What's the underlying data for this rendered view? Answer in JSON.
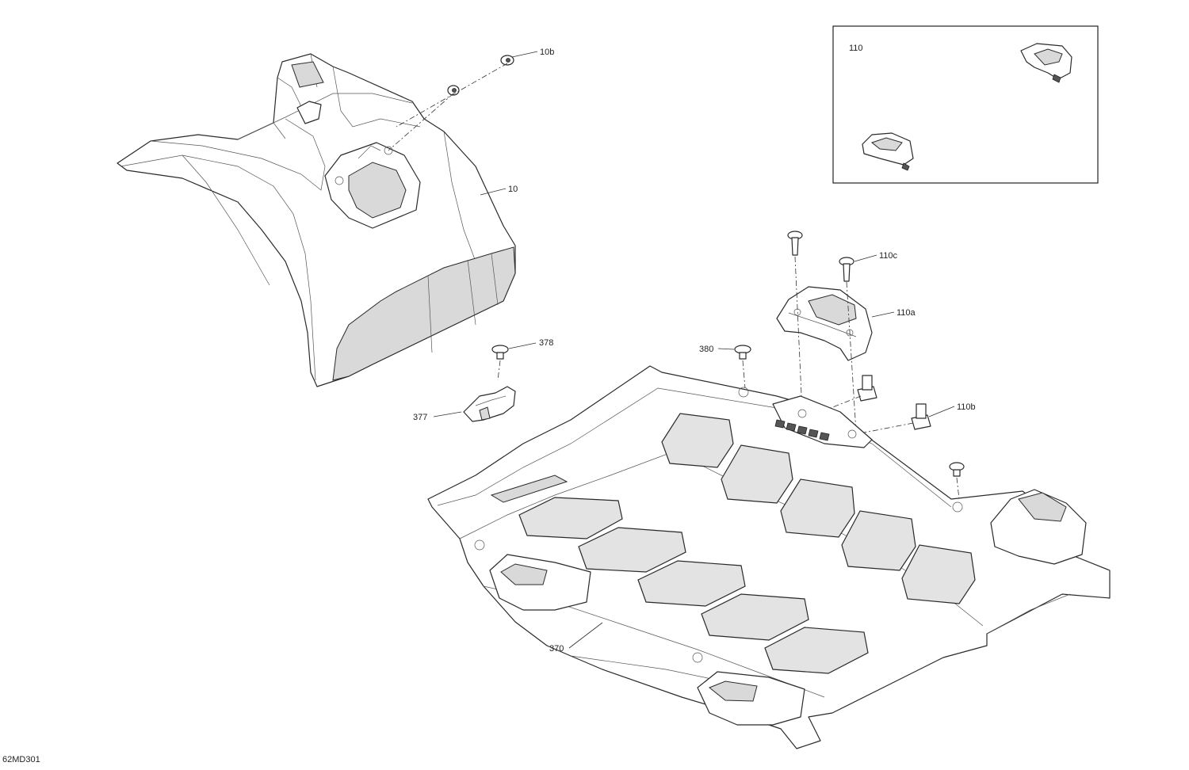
{
  "diagram_code": "62MD301",
  "inset": {
    "label": "110"
  },
  "callouts": {
    "p10b": "10b",
    "p10": "10",
    "p110c": "110c",
    "p110a": "110a",
    "p380": "380",
    "p378": "378",
    "p377": "377",
    "p110b": "110b",
    "p370": "370"
  }
}
